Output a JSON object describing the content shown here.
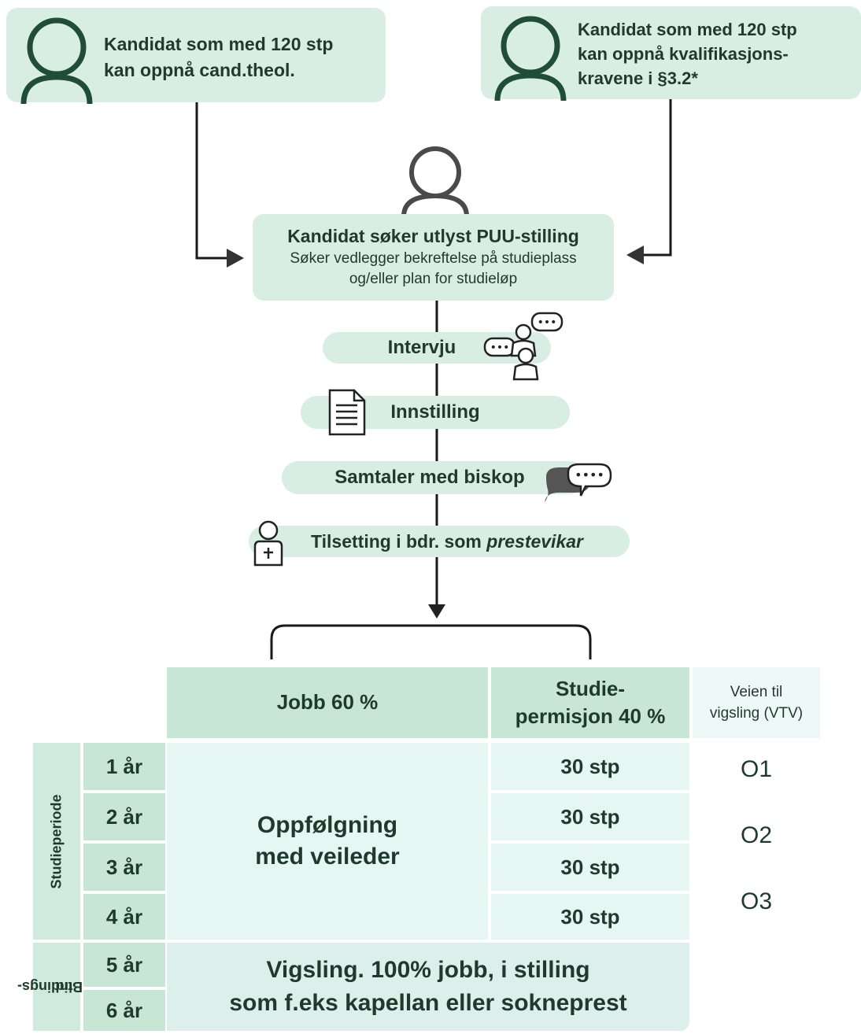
{
  "top_left_box": {
    "line1": "Kandidat som med 120 stp",
    "line2": "kan oppnå cand.theol."
  },
  "top_right_box": {
    "line1": "Kandidat som med 120 stp",
    "line2": "kan oppnå kvalifikasjons-",
    "line3": "kravene i §3.2*"
  },
  "apply_box": {
    "title": "Kandidat søker utlyst PUU-stilling",
    "sub1": "Søker vedlegger bekreftelse på studieplass",
    "sub2": "og/eller plan for studieløp"
  },
  "steps": {
    "interview": "Intervju",
    "nomination": "Innstilling",
    "bishop": "Samtaler med biskop",
    "hiring_prefix": "Tilsetting i bdr. som",
    "hiring_em": "prestevikar"
  },
  "table": {
    "header_job": "Jobb 60 %",
    "header_study_1": "Studie-",
    "header_study_2": "permisjon 40 %",
    "header_vtv_1": "Veien til",
    "header_vtv_2": "vigsling (VTV)",
    "side_study": "Studieperiode",
    "side_binding_1": "Bindings-",
    "side_binding_2": "tid",
    "years": [
      "1 år",
      "2 år",
      "3 år",
      "4 år",
      "5 år",
      "6 år"
    ],
    "stp": [
      "30 stp",
      "30 stp",
      "30 stp",
      "30 stp"
    ],
    "followup_1": "Oppfølgning",
    "followup_2": "med veileder",
    "vtv": [
      "O1",
      "O2",
      "O3"
    ],
    "ordination_1": "Vigsling. 100% jobb, i stilling",
    "ordination_2": "som f.eks kapellan eller sokneprest"
  },
  "icons": [
    "person-icon",
    "person-icon",
    "person-icon",
    "interview-icon",
    "document-icon",
    "speech-bubble-icon",
    "priest-icon",
    "arrow-icon"
  ],
  "colors": {
    "box": "#d8eee3",
    "header": "#c7e6d5",
    "light": "#e6f6f3",
    "outline": "#1f4d35",
    "text": "#1f3a2c"
  }
}
